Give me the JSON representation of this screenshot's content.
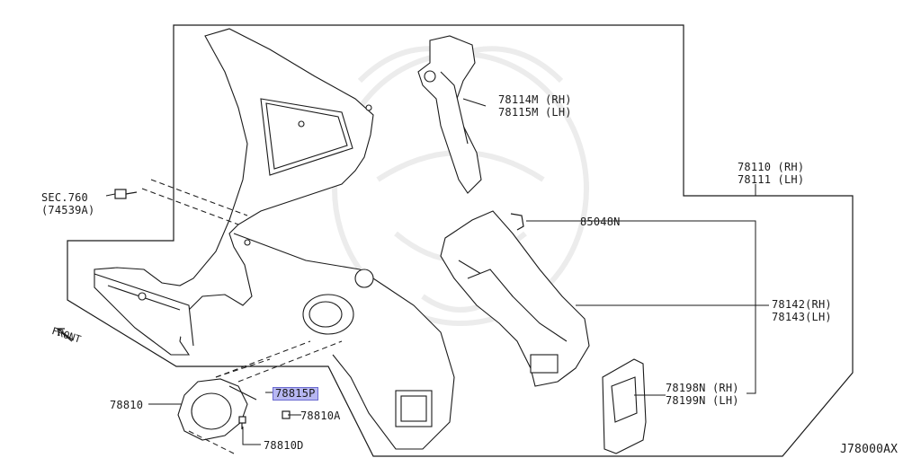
{
  "diagram_id": "J78000AX",
  "front_label": "FRONT",
  "labels": {
    "sec760_a": "SEC.760",
    "sec760_b": "(74539A)",
    "p78114m": "78114M (RH)",
    "p78115m": "78115M (LH)",
    "p78110": "78110 (RH)",
    "p78111": "78111 (LH)",
    "p85048n": "85048N",
    "p78142": "78142(RH)",
    "p78143": "78143(LH)",
    "p78198n": "78198N (RH)",
    "p78199n": "78199N (LH)",
    "p78810": "78810",
    "p78815p": "78815P",
    "p78810a": "78810A",
    "p78810d": "78810D"
  },
  "colors": {
    "line": "#1a1a1a",
    "highlight": "#b7b7f2",
    "watermark": "#eeeeee"
  }
}
